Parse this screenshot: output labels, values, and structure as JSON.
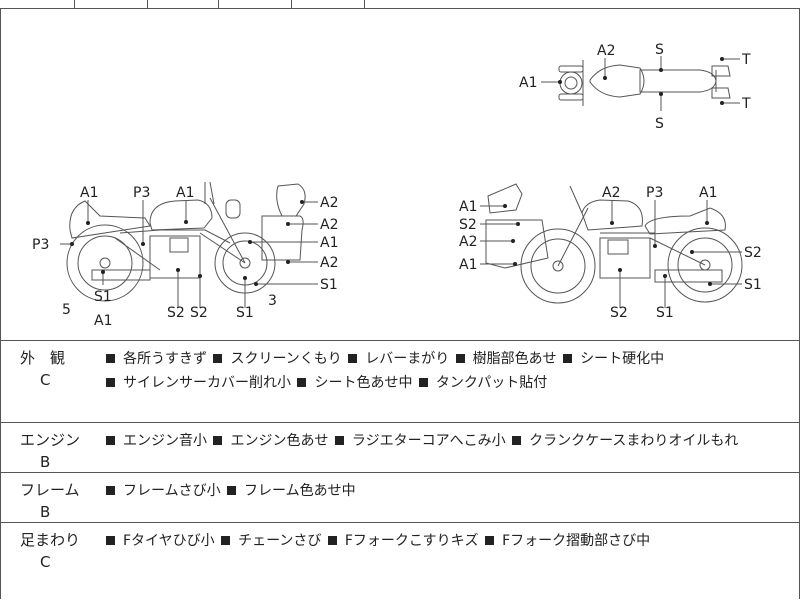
{
  "diagram": {
    "labels": {
      "a1": "A1",
      "a2": "A2",
      "p3": "P3",
      "s": "S",
      "s1": "S1",
      "s2": "S2",
      "t": "T",
      "num5": "5",
      "num3": "3"
    }
  },
  "sections": [
    {
      "name": "外　観",
      "grade": "C",
      "items": [
        "各所うすきず",
        "スクリーンくもり",
        "レバーまがり",
        "樹脂部色あせ",
        "シート硬化中",
        "サイレンサーカバー削れ小",
        "シート色あせ中",
        "タンクパット貼付"
      ]
    },
    {
      "name": "エンジン",
      "grade": "B",
      "items": [
        "エンジン音小",
        "エンジン色あせ",
        "ラジエターコアへこみ小",
        "クランクケースまわりオイルもれ"
      ]
    },
    {
      "name": "フレーム",
      "grade": "B",
      "items": [
        "フレームさび小",
        "フレーム色あせ中"
      ]
    },
    {
      "name": "足まわり",
      "grade": "C",
      "items": [
        "Fタイヤひび小",
        "チェーンさび",
        "Fフォークこすりキズ",
        "Fフォーク摺動部さび中"
      ]
    }
  ]
}
